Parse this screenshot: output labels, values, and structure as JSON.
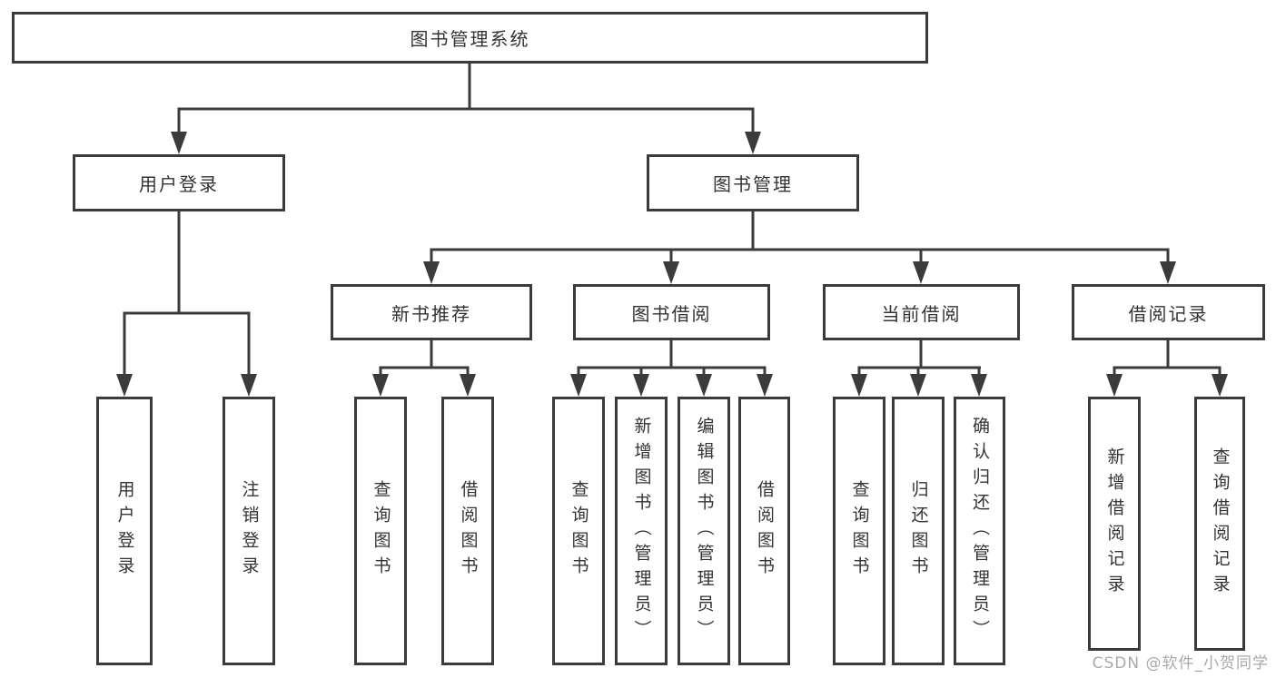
{
  "nodes": {
    "root": "图书管理系统",
    "user_login": "用户登录",
    "book_mgmt": "图书管理",
    "new_books": "新书推荐",
    "book_borrow": "图书借阅",
    "current_borrow": "当前借阅",
    "borrow_records": "借阅记录",
    "ul_login": "用户登录",
    "ul_logout": "注销登录",
    "nb_query": "查询图书",
    "nb_borrow": "借阅图书",
    "bb_query": "查询图书",
    "bb_add": "新增图书（管理员）",
    "bb_edit": "编辑图书（管理员）",
    "bb_borrow": "借阅图书",
    "cb_query": "查询图书",
    "cb_return": "归还图书",
    "cb_confirm": "确认归还（管理员）",
    "br_add": "新增借阅记录",
    "br_query": "查询借阅记录"
  },
  "watermark": "CSDN @软件_小贺同学",
  "colors": {
    "line": "#3b3b3b",
    "text": "#333333",
    "watermark": "#a9a9a9",
    "background": "#ffffff"
  }
}
